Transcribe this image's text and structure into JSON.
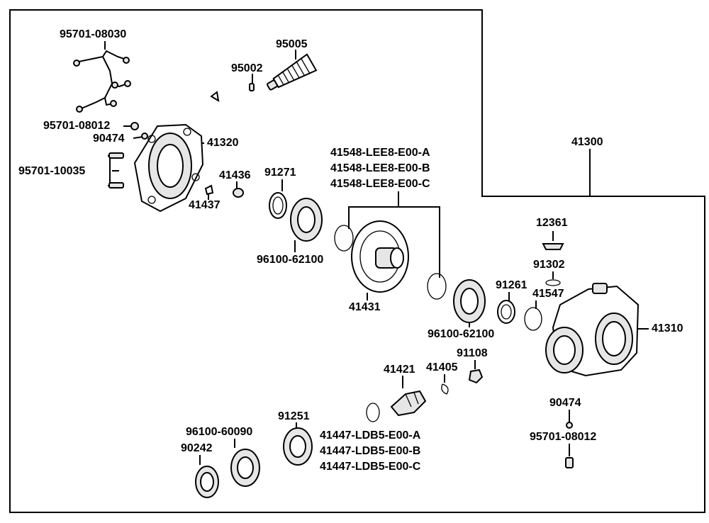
{
  "labels": {
    "p95701_08030": "95701-08030",
    "p95005": "95005",
    "p95002": "95002",
    "p95701_08012_a": "95701-08012",
    "p90474_a": "90474",
    "p41320": "41320",
    "p95701_10035": "95701-10035",
    "p91271": "91271",
    "p41436": "41436",
    "p41437": "41437",
    "p41548_a": "41548-LEE8-E00-A",
    "p41548_b": "41548-LEE8-E00-B",
    "p41548_c": "41548-LEE8-E00-C",
    "p41300": "41300",
    "p96100_62100_a": "96100-62100",
    "p41431": "41431",
    "p12361": "12361",
    "p91302": "91302",
    "p91261": "91261",
    "p41547": "41547",
    "p41310": "41310",
    "p96100_62100_b": "96100-62100",
    "p91108": "91108",
    "p41421": "41421",
    "p41405": "41405",
    "p90474_b": "90474",
    "p95701_08012_b": "95701-08012",
    "p91251": "91251",
    "p96100_60090": "96100-60090",
    "p90242": "90242",
    "p41447_a": "41447-LDB5-E00-A",
    "p41447_b": "41447-LDB5-E00-B",
    "p41447_c": "41447-LDB5-E00-C"
  }
}
